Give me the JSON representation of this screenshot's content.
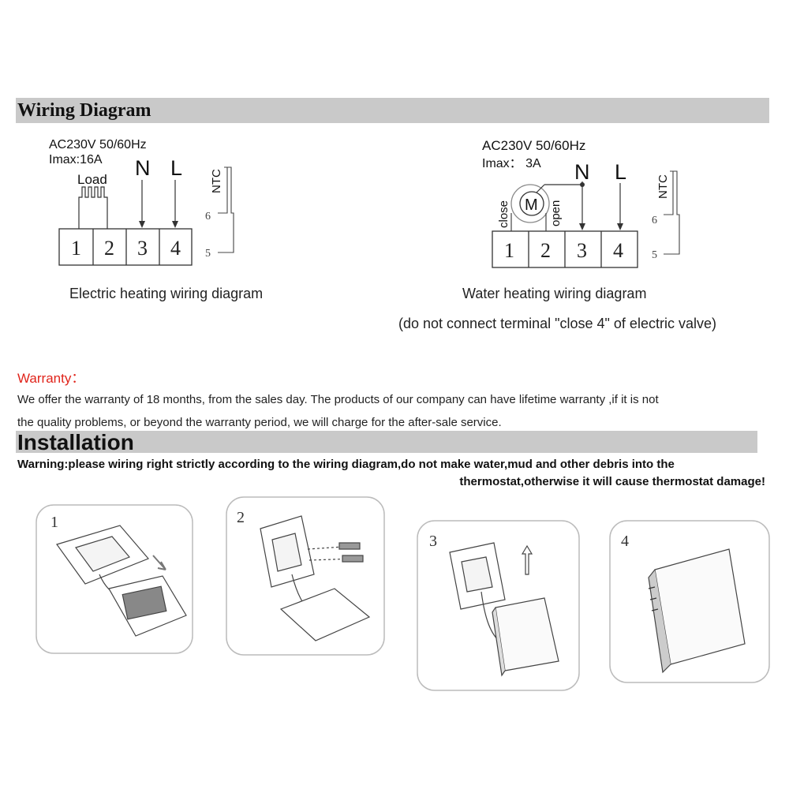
{
  "wiring": {
    "heading": "Wiring Diagram",
    "electric": {
      "supply": "AC230V 50/60Hz",
      "imax": "Imax:16A",
      "load": "Load",
      "n": "N",
      "l": "L",
      "ntc": "NTC",
      "term6": "6",
      "term5": "5",
      "terminals": [
        "1",
        "2",
        "3",
        "4"
      ],
      "caption": "Electric heating wiring diagram"
    },
    "water": {
      "supply": "AC230V 50/60Hz",
      "imax": "Imax： 3A",
      "n": "N",
      "l": "L",
      "ntc": "NTC",
      "term6": "6",
      "term5": "5",
      "close": "close",
      "open": "open",
      "motor": "M",
      "terminals": [
        "1",
        "2",
        "3",
        "4"
      ],
      "caption": "Water heating wiring diagram",
      "note": "(do not connect terminal \"close 4\" of electric valve)"
    }
  },
  "warranty": {
    "title": "Warranty：",
    "line1": "We offer the warranty of 18 months, from the sales day. The products of our company can have lifetime warranty ,if it is not",
    "line2": "the quality problems, or beyond the warranty period, we will charge for the after-sale service."
  },
  "installation": {
    "heading": "Installation",
    "warning_line1": "Warning:please wiring right strictly according to the wiring diagram,do not make water,mud and other debris into the",
    "warning_line2": "thermostat,otherwise it will cause thermostat damage!",
    "steps": [
      "1",
      "2",
      "3",
      "4"
    ]
  }
}
